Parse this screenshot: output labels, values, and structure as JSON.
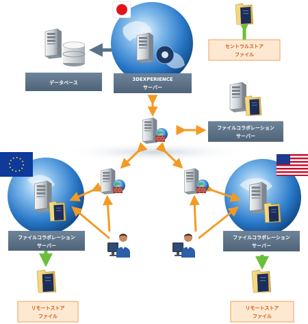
{
  "colors": {
    "label_box": "#5a6f85",
    "storage_box_fill": "#fde9d2",
    "storage_box_stroke": "#ef9e5a",
    "storage_text": "#d2561a",
    "arrow_orange": "#f39a23",
    "arrow_green": "#6bbf3a",
    "arrow_gray": "#5a7287",
    "globe": "#2a78c8",
    "folder": "#f1d06a"
  },
  "icons": {
    "flag_japan": "flag-japan-icon",
    "flag_eu": "flag-eu-icon",
    "flag_usa": "flag-usa-icon",
    "user": "user-icon",
    "server": "server-icon",
    "database": "database-icon",
    "folder": "folder-icon",
    "globe": "globe-icon",
    "firewall": "firewall-icon"
  },
  "labels": {
    "database": "データベース",
    "experience_server_line1": "3DEXPERIENCE",
    "experience_server_line2": "サーバー",
    "central_store_line1": "セントラルストア",
    "central_store_line2": "ファイル",
    "fcs_top_line1": "ファイルコラボレーション",
    "fcs_top_line2": "サーバー",
    "fcs_left_line1": "ファイルコラボレーション",
    "fcs_left_line2": "サーバー",
    "fcs_right_line1": "ファイルコラボレーション",
    "fcs_right_line2": "サーバー",
    "remote_left_line1": "リモートストア",
    "remote_left_line2": "ファイル",
    "remote_right_line1": "リモートストア",
    "remote_right_line2": "ファイル"
  }
}
